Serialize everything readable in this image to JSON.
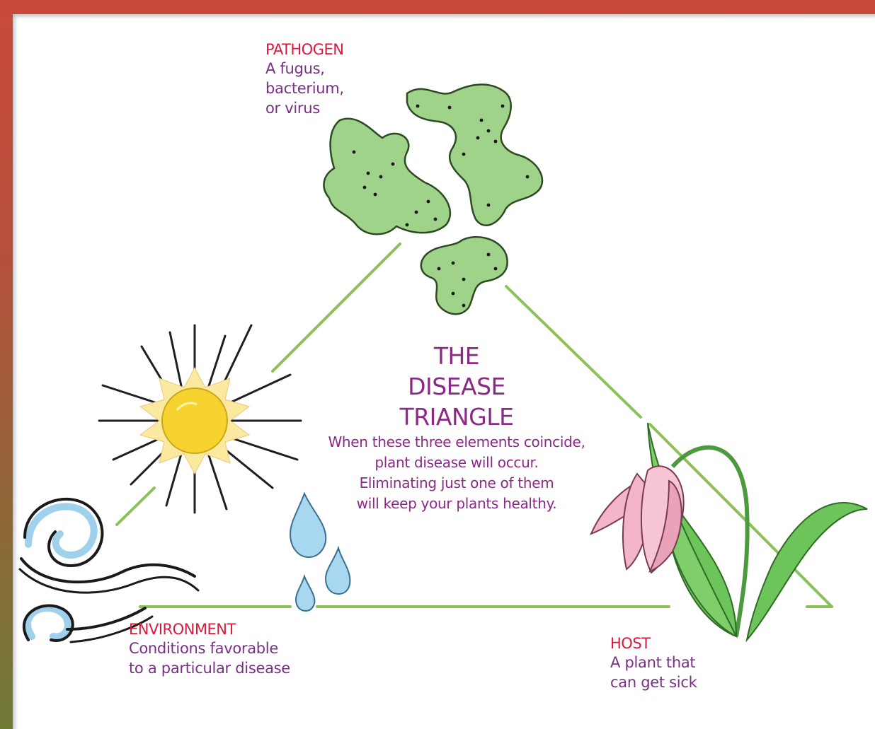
{
  "diagram": {
    "title_lines": [
      "THE",
      "DISEASE",
      "TRIANGLE"
    ],
    "caption_lines": [
      "When these three elements coincide,",
      "plant disease will occur.",
      "Eliminating just one of them",
      "will keep your plants healthy."
    ]
  },
  "pathogen": {
    "heading": "PATHOGEN",
    "desc_lines": [
      "A fugus,",
      "bacterium,",
      "or virus"
    ]
  },
  "environment": {
    "heading": "ENVIRONMENT",
    "desc_lines": [
      "Conditions favorable",
      "to a particular disease"
    ]
  },
  "host": {
    "heading": "HOST",
    "desc_lines": [
      "A plant that",
      "can get sick"
    ]
  },
  "colors": {
    "frame": "#c9493a",
    "triangle_line": "#8cc157",
    "heading": "#d81b3c",
    "text_purple": "#8b2a86",
    "pathogen_fill": "#9fd38a",
    "sun": "#f7d330",
    "water": "#a8d8f0",
    "flower": "#f2b6c8",
    "leaf": "#5cb94a"
  },
  "icons": [
    "pathogen-blob-icon",
    "sun-icon",
    "wind-swirl-icon",
    "water-drop-icon",
    "tulip-plant-icon"
  ]
}
